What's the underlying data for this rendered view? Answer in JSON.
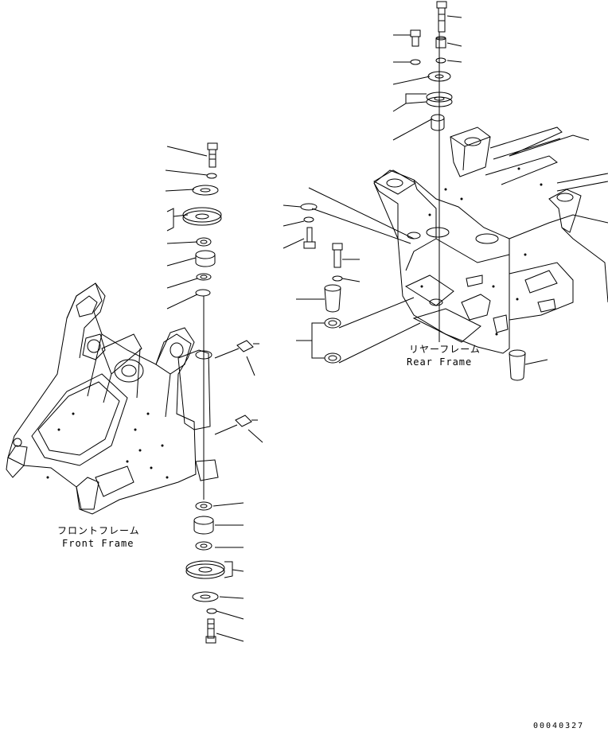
{
  "labels": {
    "front_frame_jp": "フロントフレーム",
    "front_frame_en": "Front Frame",
    "rear_frame_jp": "リヤーフレーム",
    "rear_frame_en": "Rear Frame",
    "drawing_code": "00040327"
  },
  "colors": {
    "ink": "#000000",
    "paper": "#ffffff"
  }
}
